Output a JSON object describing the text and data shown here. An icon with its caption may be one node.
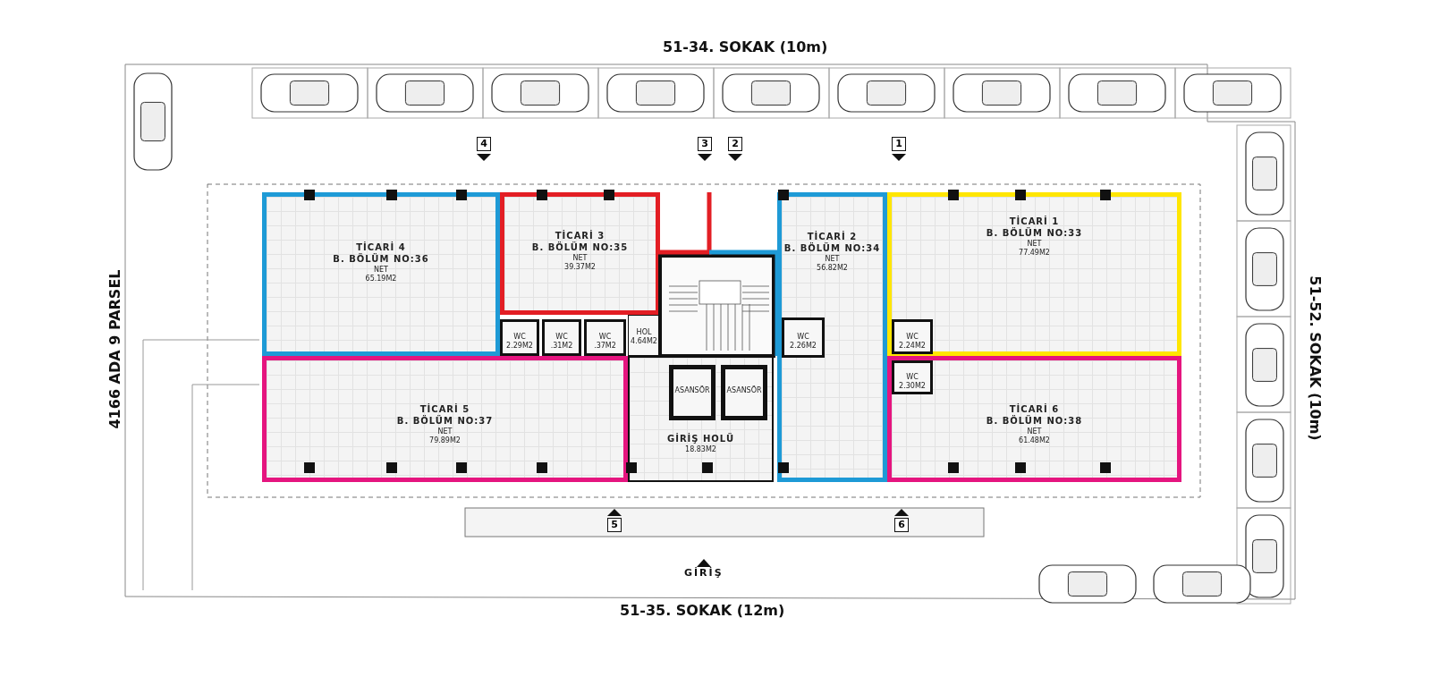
{
  "diagram": {
    "nodes": [
      {
        "text": [
          "TİCARİ 4",
          "B. BÖLÜM NO:36",
          "NET",
          "65.19M2"
        ]
      },
      {
        "text": [
          "TİCARİ 3",
          "B. BÖLÜM NO:35",
          "NET",
          "39.37M2"
        ]
      },
      {
        "text": [
          "TİCARİ 2",
          "B. BÖLÜM NO:34",
          "NET",
          "56.82M2"
        ]
      },
      {
        "text": [
          "TİCARİ 1",
          "B. BÖLÜM NO:33",
          "NET",
          "77.49M2"
        ]
      },
      {
        "text": [
          "WC",
          "2.29M2"
        ]
      },
      {
        "text": [
          "WC",
          ".31M2"
        ]
      },
      {
        "text": [
          "WC",
          ".37M2"
        ]
      },
      {
        "text": [
          "HOL",
          "4.64M2"
        ]
      },
      {
        "text": [
          "WC",
          "2.26M2"
        ],
        "in": 2
      },
      {
        "text": [
          "WC",
          "2.24M2"
        ],
        "in": 3
      },
      {
        "text": [
          "WC",
          "2.30M2"
        ],
        "in": 15
      },
      {
        "text": [
          "TİCARİ 5",
          "B. BÖLÜM NO:37",
          "NET",
          "79.89M2"
        ]
      },
      {
        "text": [
          "ASANSÖR"
        ],
        "in": 14
      },
      {
        "text": [
          "ASANSÖR"
        ],
        "in": 14
      },
      {
        "text": [
          "GİRİŞ HOLÜ",
          "18.83M2"
        ]
      },
      {
        "text": [
          "TİCARİ 6",
          "B. BÖLÜM NO:38",
          "NET",
          "61.48M2"
        ]
      }
    ],
    "labels": [
      "51-34. SOKAK (10m)",
      "4",
      "3",
      "2",
      "1",
      "4166 ADA 9 PARSEL",
      "51-52. SOKAK (10m)",
      "5",
      "6",
      "GİRİŞ",
      "51-35. SOKAK (12m)"
    ]
  }
}
